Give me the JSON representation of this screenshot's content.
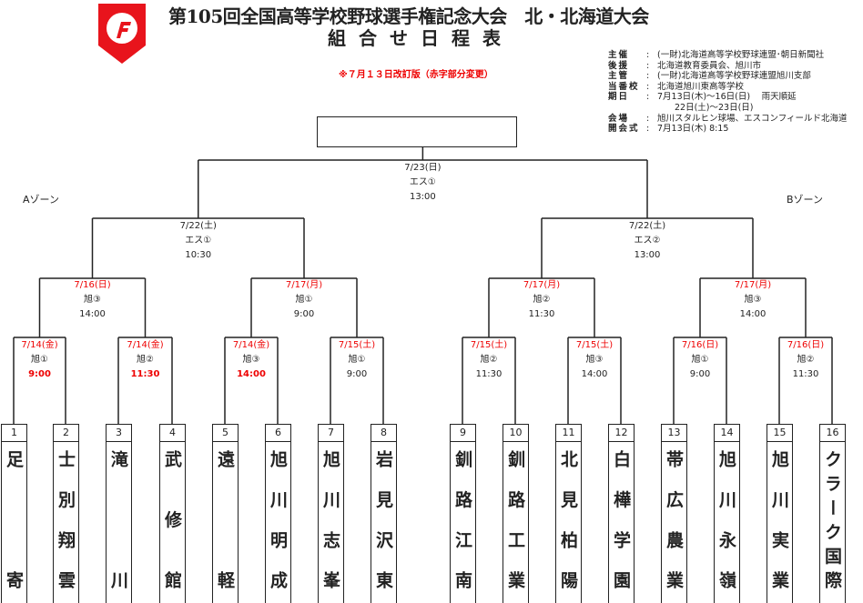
{
  "header": {
    "title": "第105回全国高等学校野球選手権記念大会　北・北海道大会",
    "subtitle": "組合せ日程表",
    "revision": "※７月１３日改訂版（赤字部分変更）"
  },
  "info": [
    {
      "key": "主催",
      "value": "(一財)北海道高等学校野球連盟･朝日新聞社"
    },
    {
      "key": "後援",
      "value": "北海道教育委員会、旭川市"
    },
    {
      "key": "主管",
      "value": "(一財)北海道高等学校野球連盟旭川支部"
    },
    {
      "key": "当番校",
      "value": "北海道旭川東高等学校"
    },
    {
      "key": "期日",
      "value": "7月13日(木)～16日(日)　 雨天順延"
    },
    {
      "key": "",
      "value": "　　22日(土)～23日(日)"
    },
    {
      "key": "会場",
      "value": "旭川スタルヒン球場、エスコンフィールド北海道"
    },
    {
      "key": "開会式",
      "value": "7月13日(木)  8:15"
    }
  ],
  "zones": {
    "a": "Aゾーン",
    "b": "Bゾーン"
  },
  "final": {
    "date": "7/23(日)",
    "venue": "エス①",
    "time": "13:00"
  },
  "semis": [
    {
      "date": "7/22(土)",
      "venue": "エス①",
      "time": "10:30"
    },
    {
      "date": "7/22(土)",
      "venue": "エス②",
      "time": "13:00"
    }
  ],
  "quarters": [
    {
      "date": "7/16(日)",
      "venue": "旭③",
      "time": "14:00"
    },
    {
      "date": "7/17(月)",
      "venue": "旭①",
      "time": "9:00"
    },
    {
      "date": "7/17(月)",
      "venue": "旭②",
      "time": "11:30"
    },
    {
      "date": "7/17(月)",
      "venue": "旭③",
      "time": "14:00"
    }
  ],
  "first_round": [
    {
      "date": "7/14(金)",
      "venue": "旭①",
      "time": "9:00"
    },
    {
      "date": "7/14(金)",
      "venue": "旭②",
      "time": "11:30"
    },
    {
      "date": "7/14(金)",
      "venue": "旭③",
      "time": "14:00"
    },
    {
      "date": "7/15(土)",
      "venue": "旭①",
      "time": "9:00"
    },
    {
      "date": "7/15(土)",
      "venue": "旭②",
      "time": "11:30"
    },
    {
      "date": "7/15(土)",
      "venue": "旭③",
      "time": "14:00"
    },
    {
      "date": "7/16(日)",
      "venue": "旭①",
      "time": "9:00"
    },
    {
      "date": "7/16(日)",
      "venue": "旭②",
      "time": "11:30"
    }
  ],
  "teams": [
    {
      "num": "1",
      "name": "足寄"
    },
    {
      "num": "2",
      "name": "士別翔雲"
    },
    {
      "num": "3",
      "name": "滝川"
    },
    {
      "num": "4",
      "name": "武修館"
    },
    {
      "num": "5",
      "name": "遠軽"
    },
    {
      "num": "6",
      "name": "旭川明成"
    },
    {
      "num": "7",
      "name": "旭川志峯"
    },
    {
      "num": "8",
      "name": "岩見沢東"
    },
    {
      "num": "9",
      "name": "釧路江南"
    },
    {
      "num": "10",
      "name": "釧路工業"
    },
    {
      "num": "11",
      "name": "北見柏陽"
    },
    {
      "num": "12",
      "name": "白樺学園"
    },
    {
      "num": "13",
      "name": "帯広農業"
    },
    {
      "num": "14",
      "name": "旭川永嶺"
    },
    {
      "num": "15",
      "name": "旭川実業"
    },
    {
      "num": "16",
      "name": "クラーク国際"
    }
  ],
  "colors": {
    "changed": "#ee0000",
    "logo": "#e8141c"
  }
}
